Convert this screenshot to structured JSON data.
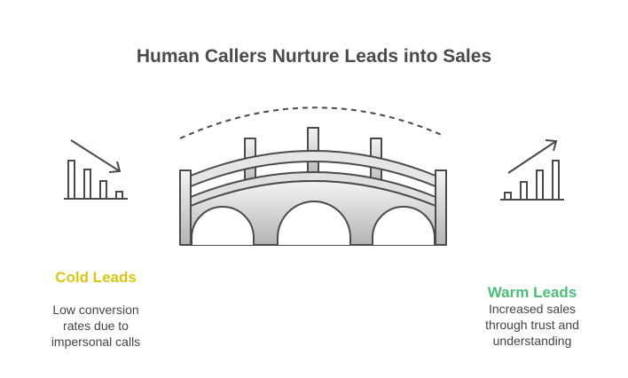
{
  "title": "Human Callers Nurture Leads into Sales",
  "colors": {
    "cold": "#dcc514",
    "warm": "#4cbd77",
    "text": "#444444",
    "stroke": "#4a4a4a"
  },
  "icons": {
    "left": "decreasing-bar-chart-icon",
    "center": "bridge-icon",
    "right": "increasing-bar-chart-icon"
  },
  "cold": {
    "title": "Cold Leads",
    "lines": [
      "Low conversion",
      "rates due to",
      "impersonal calls"
    ]
  },
  "warm": {
    "title": "Warm Leads",
    "lines": [
      "Increased sales",
      "through trust and",
      "understanding"
    ]
  }
}
